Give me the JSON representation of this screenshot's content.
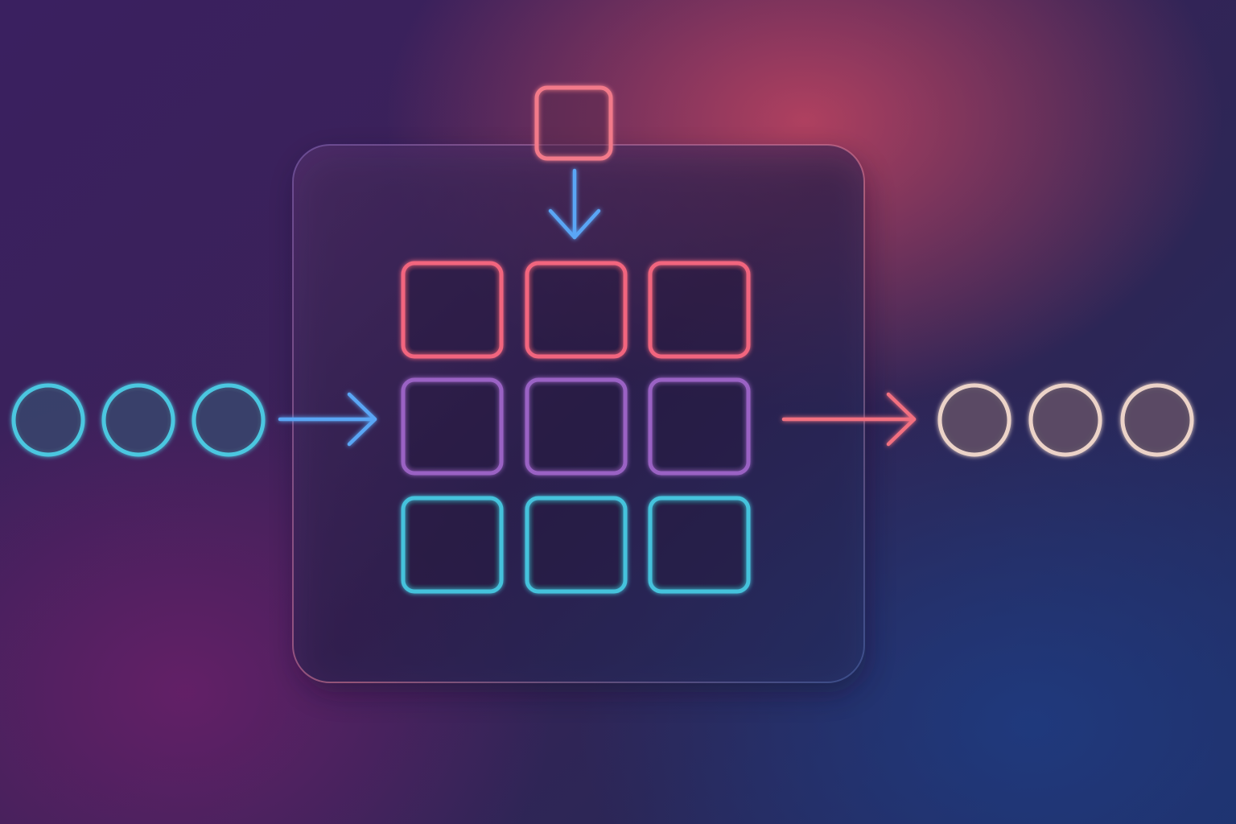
{
  "diagram": {
    "colors": {
      "input_stroke": "#4cc7e0",
      "input_fill": "#3a3f6a",
      "output_stroke": "#ecd3c8",
      "output_fill": "#5a4a64",
      "row_top": "#f2657e",
      "row_middle": "#9a62c4",
      "row_bottom": "#45c2dc",
      "arrow_in": "#5aa6f5",
      "arrow_down": "#5aa6f5",
      "arrow_out": "#f26f80",
      "token_top": "#f27a8a",
      "panel_fill": "rgba(70, 50, 110, 0.45)",
      "panel_border": "rgba(255, 140, 170, 0.35)"
    },
    "inputs": [
      {
        "name": "input-node-1",
        "icon": "circle-icon"
      },
      {
        "name": "input-node-2",
        "icon": "circle-icon"
      },
      {
        "name": "input-node-3",
        "icon": "circle-icon"
      }
    ],
    "outputs": [
      {
        "name": "output-node-1",
        "icon": "circle-icon"
      },
      {
        "name": "output-node-2",
        "icon": "circle-icon"
      },
      {
        "name": "output-node-3",
        "icon": "circle-icon"
      }
    ],
    "grid": {
      "rows": [
        {
          "name": "top-row",
          "color_key": "row_top",
          "count": 3
        },
        {
          "name": "middle-row",
          "color_key": "row_middle",
          "count": 3
        },
        {
          "name": "bottom-row",
          "color_key": "row_bottom",
          "count": 3
        }
      ]
    },
    "top_token": {
      "icon": "square-icon"
    },
    "arrows": [
      {
        "name": "input-arrow-icon",
        "color_key": "arrow_in"
      },
      {
        "name": "down-arrow-icon",
        "color_key": "arrow_down"
      },
      {
        "name": "output-arrow-icon",
        "color_key": "arrow_out"
      }
    ]
  }
}
